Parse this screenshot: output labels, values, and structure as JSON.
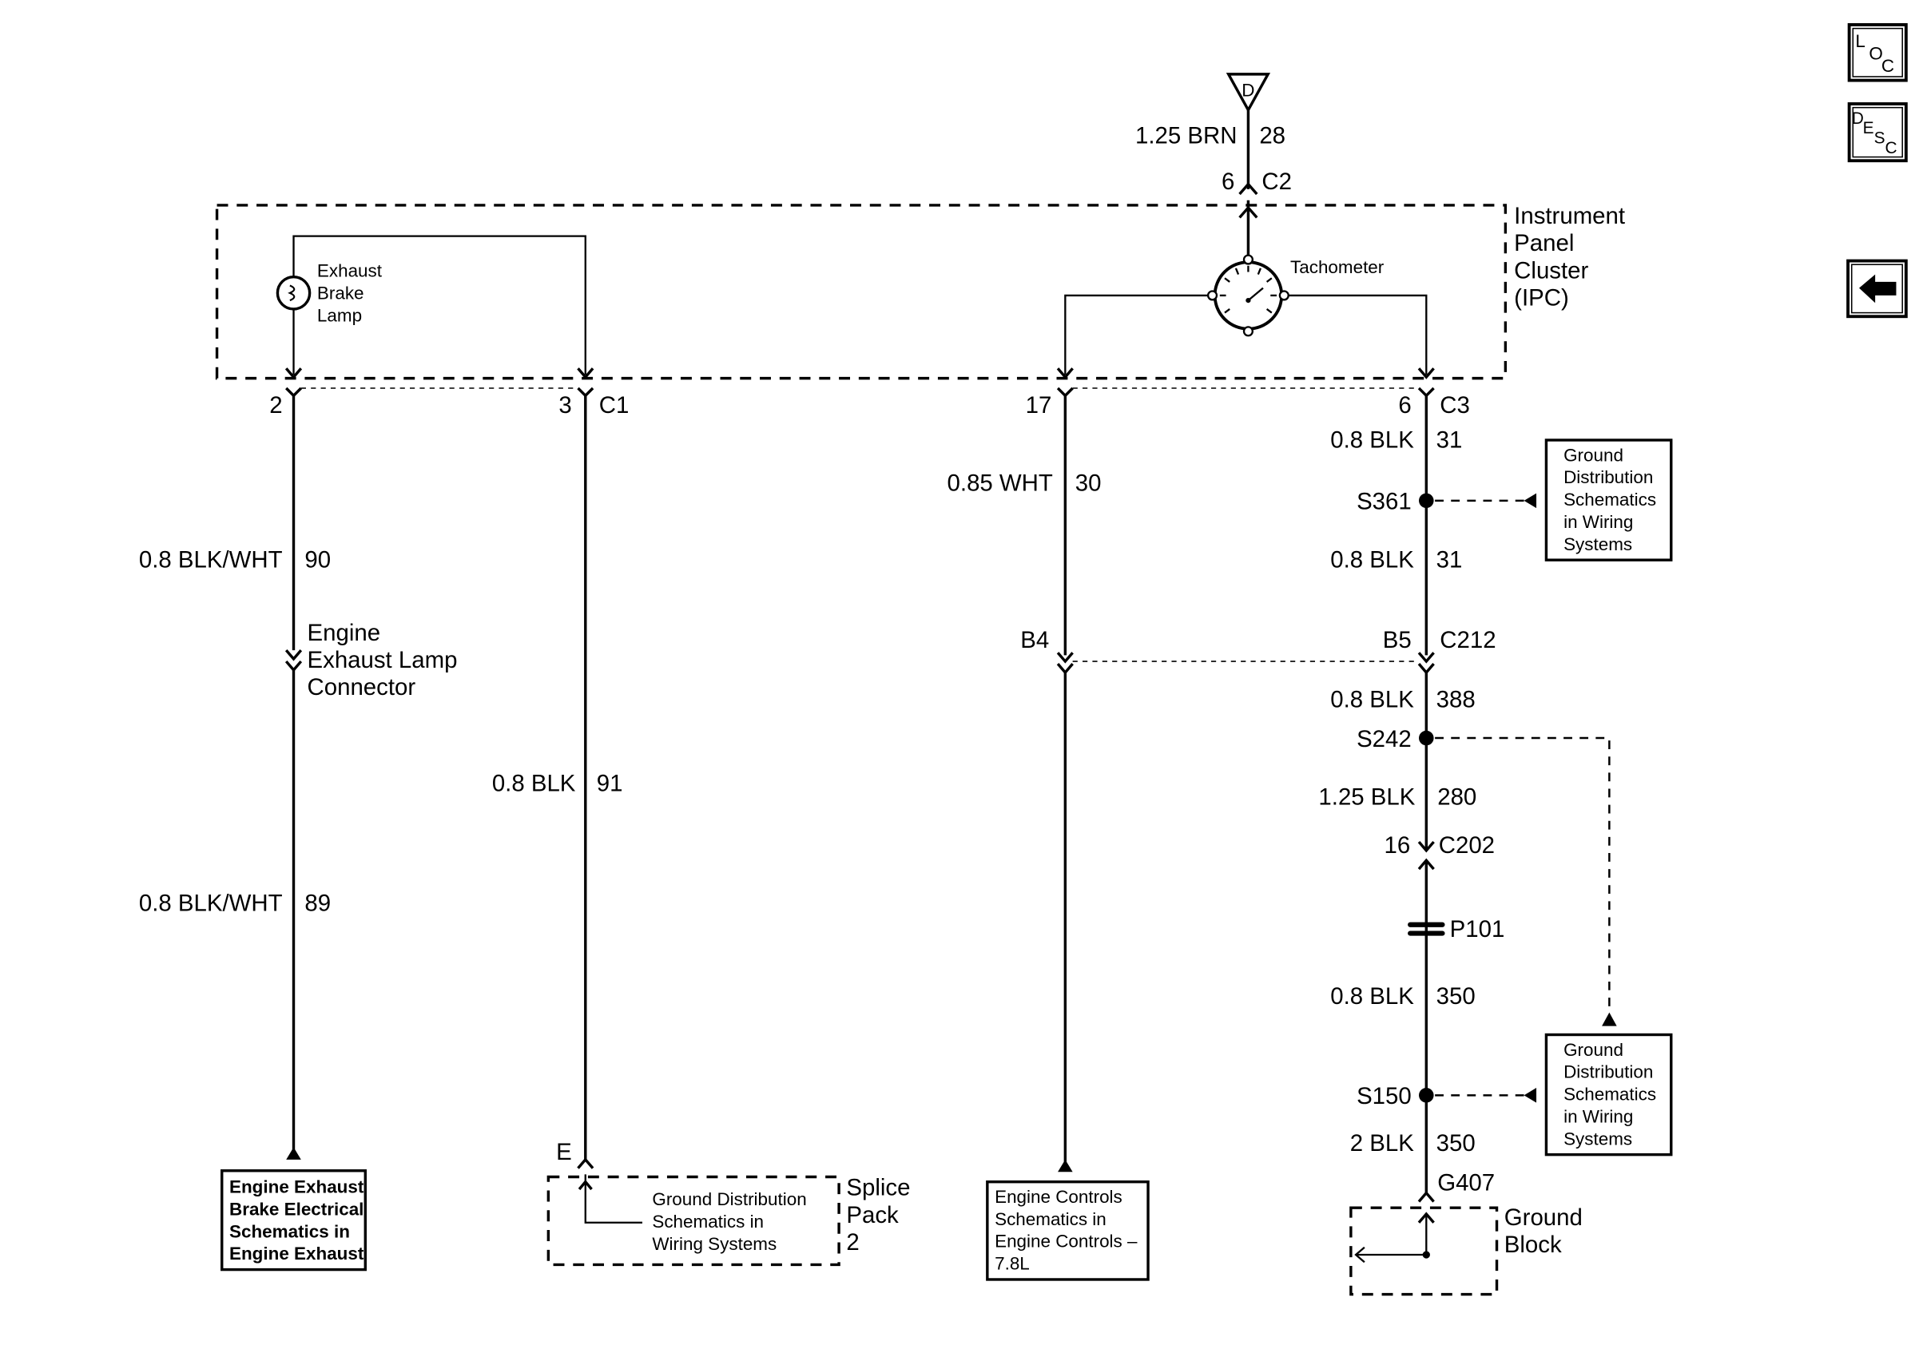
{
  "connector_d": {
    "label": "D"
  },
  "wire_top": {
    "gauge_color": "1.25 BRN",
    "circuit": "28"
  },
  "c2": {
    "pin": "6",
    "name": "C2"
  },
  "ipc": {
    "line1": "Instrument",
    "line2": "Panel",
    "line3": "Cluster",
    "line4": "(IPC)"
  },
  "exhaust_lamp": {
    "line1": "Exhaust",
    "line2": "Brake",
    "line3": "Lamp"
  },
  "tachometer": {
    "label": "Tachometer"
  },
  "c1": {
    "pin_left": "2",
    "pin_right": "3",
    "name": "C1"
  },
  "c3": {
    "pin_mid": "17",
    "pin_right": "6",
    "name": "C3"
  },
  "wire_90": {
    "gauge_color": "0.8 BLK/WHT",
    "circuit": "90"
  },
  "lamp_connector": {
    "line1": "Engine",
    "line2": "Exhaust Lamp",
    "line3": "Connector"
  },
  "wire_89": {
    "gauge_color": "0.8 BLK/WHT",
    "circuit": "89"
  },
  "wire_91": {
    "gauge_color": "0.8 BLK",
    "circuit": "91"
  },
  "wire_30": {
    "gauge_color": "0.85 WHT",
    "circuit": "30"
  },
  "c212": {
    "pin_left": "B4",
    "pin_right": "B5",
    "name": "C212"
  },
  "wire_31a": {
    "gauge_color": "0.8 BLK",
    "circuit": "31"
  },
  "s361": {
    "label": "S361"
  },
  "wire_31b": {
    "gauge_color": "0.8 BLK",
    "circuit": "31"
  },
  "wire_388": {
    "gauge_color": "0.8 BLK",
    "circuit": "388"
  },
  "s242": {
    "label": "S242"
  },
  "wire_280": {
    "gauge_color": "1.25 BLK",
    "circuit": "280"
  },
  "c202": {
    "pin": "16",
    "name": "C202"
  },
  "p101": {
    "label": "P101"
  },
  "wire_350a": {
    "gauge_color": "0.8 BLK",
    "circuit": "350"
  },
  "s150": {
    "label": "S150"
  },
  "wire_350b": {
    "gauge_color": "2 BLK",
    "circuit": "350"
  },
  "g407": {
    "label": "G407"
  },
  "ground_block": {
    "line1": "Ground",
    "line2": "Block"
  },
  "splice_pack": {
    "pin": "E",
    "line1": "Splice",
    "line2": "Pack",
    "line3": "2"
  },
  "ref_ground_top": {
    "line1": "Ground",
    "line2": "Distribution",
    "line3": "Schematics",
    "line4": "in Wiring",
    "line5": "Systems"
  },
  "ref_ground_bottom": {
    "line1": "Ground",
    "line2": "Distribution",
    "line3": "Schematics",
    "line4": "in Wiring",
    "line5": "Systems"
  },
  "ref_splice": {
    "line1": "Ground Distribution",
    "line2": "Schematics in",
    "line3": "Wiring Systems"
  },
  "ref_exhaust": {
    "line1": "Engine Exhaust",
    "line2": "Brake Electrical",
    "line3": "Schematics in",
    "line4": "Engine Exhaust"
  },
  "ref_engine": {
    "line1": "Engine Controls",
    "line2": "Schematics in",
    "line3": "Engine Controls –",
    "line4": "7.8L"
  },
  "nav": {
    "loc": {
      "a": "L",
      "b": "O",
      "c": "C"
    },
    "desc": {
      "a": "D",
      "b": "E",
      "c": "S",
      "d": "C"
    }
  }
}
